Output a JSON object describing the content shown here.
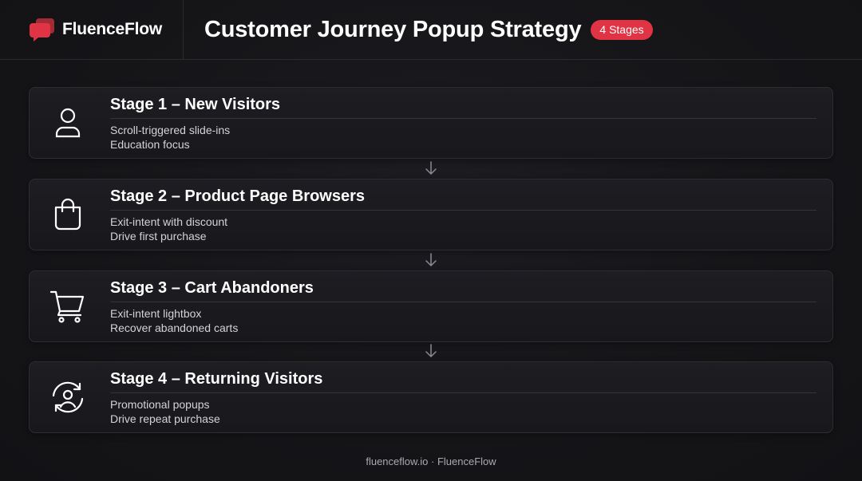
{
  "brand": {
    "name": "FluenceFlow",
    "accent": "#e03444"
  },
  "header": {
    "title": "Customer Journey Popup Strategy",
    "badge": "4 Stages"
  },
  "stages": [
    {
      "title": "Stage 1 – New Visitors",
      "line1": "Scroll-triggered slide-ins",
      "line2": "Education focus",
      "icon": "user-icon"
    },
    {
      "title": "Stage 2 – Product Page Browsers",
      "line1": "Exit-intent with discount",
      "line2": "Drive first purchase",
      "icon": "shopping-bag-icon"
    },
    {
      "title": "Stage 3 – Cart Abandoners",
      "line1": "Exit-intent lightbox",
      "line2": "Recover abandoned carts",
      "icon": "shopping-cart-icon"
    },
    {
      "title": "Stage 4 – Returning Visitors",
      "line1": "Promotional popups",
      "line2": "Drive repeat purchase",
      "icon": "returning-user-icon"
    }
  ],
  "footer": {
    "text": "fluenceflow.io · FluenceFlow"
  }
}
